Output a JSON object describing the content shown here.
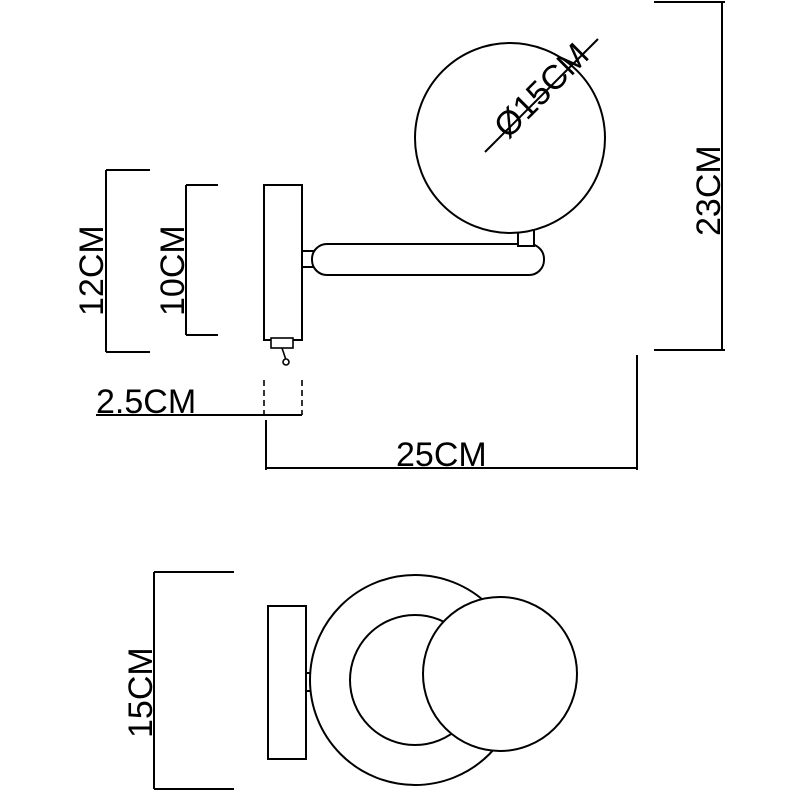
{
  "dimensions": {
    "height_total": "23CM",
    "globe_diameter": "Ø15CM",
    "backplate_height": "12CM",
    "body_height": "10CM",
    "depth_backplate": "2.5CM",
    "projection": "25CM",
    "front_width": "15CM"
  },
  "colors": {
    "line": "#000000",
    "background": "#ffffff"
  }
}
